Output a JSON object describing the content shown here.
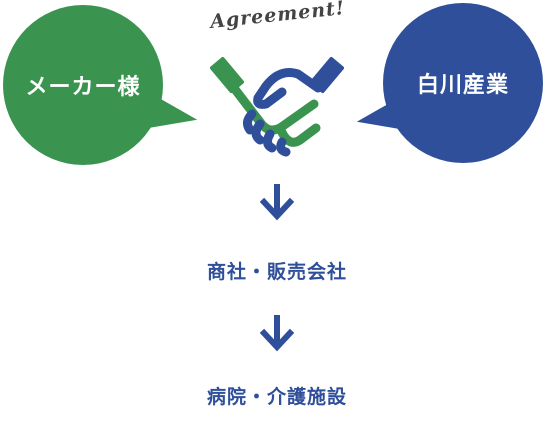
{
  "colors": {
    "green": "#3a9450",
    "blue": "#2f4f9a"
  },
  "diagram": {
    "left_party": "メーカー様",
    "right_party": "白川産業",
    "agreement_text": "Agreement!",
    "handshake_icon": "handshake-icon",
    "arrow_icon": "arrow-down-icon",
    "steps": [
      "商社・販売会社",
      "病院・介護施設"
    ]
  }
}
